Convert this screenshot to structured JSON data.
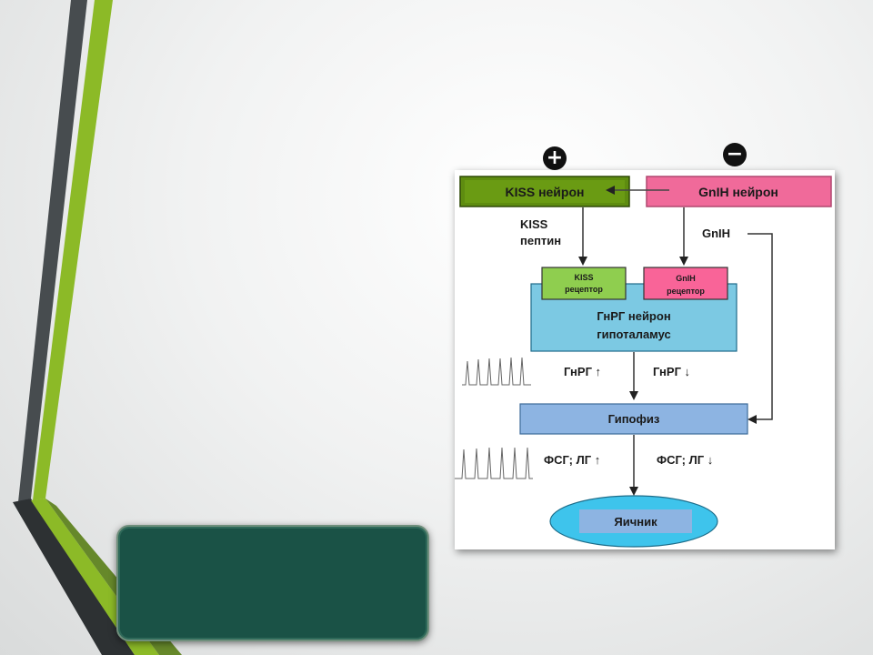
{
  "signs": {
    "plus": "+",
    "minus": "−"
  },
  "nodes": {
    "kiss_neuron": "KISS нейрон",
    "gnih_neuron": "GnIH нейрон",
    "kiss_receptor_line1": "KISS",
    "kiss_receptor_line2": "рецептор",
    "gnih_receptor_line1": "GnIH",
    "gnih_receptor_line2": "рецептор",
    "gnrg_neuron_line1": "ГнРГ нейрон",
    "gnrg_neuron_line2": "гипоталамус",
    "pituitary": "Гипофиз",
    "ovary": "Яичник"
  },
  "edges": {
    "kiss_peptide_line1": "KISS",
    "kiss_peptide_line2": "пептин",
    "gnih": "GnIH",
    "gnrg_up": "ГнРГ ↑",
    "gnrg_down": "ГнРГ ↓",
    "fsh_lh_up": "ФСГ; ЛГ ↑",
    "fsh_lh_down": "ФСГ; ЛГ ↓"
  },
  "colors": {
    "kiss_green": "#5e8c10",
    "gnih_pink": "#f06a9a",
    "kiss_receptor": "#8fce4f",
    "gnih_receptor": "#f96498",
    "gnrg_blue": "#7cc9e3",
    "pituitary_blue": "#8db4e2",
    "ovary_cyan": "#3ec4ec",
    "title_box": "#1a5246"
  }
}
